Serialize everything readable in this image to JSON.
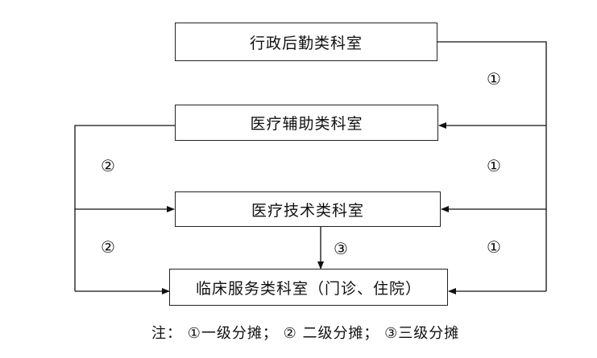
{
  "boxes": {
    "admin": "行政后勤类科室",
    "aux": "医疗辅助类科室",
    "tech": "医疗技术类科室",
    "clinical": "临床服务类科室（门诊、住院）"
  },
  "markers": {
    "first": "①",
    "second": "②",
    "third": "③"
  },
  "note": "注：  ①一级分摊；  ②  二级分摊；  ③三级分摊"
}
